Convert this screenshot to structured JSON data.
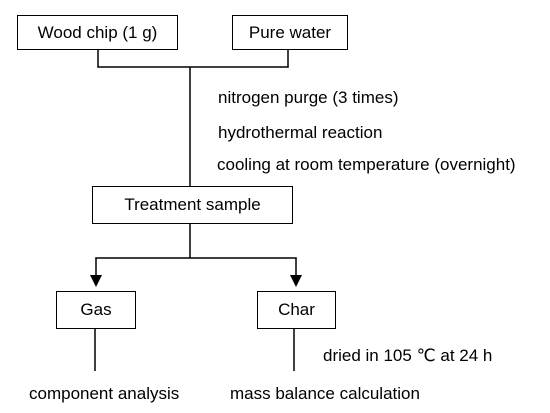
{
  "nodes": {
    "wood_chip": "Wood chip (1 g)",
    "pure_water": "Pure water",
    "treatment_sample": "Treatment sample",
    "gas": "Gas",
    "char": "Char"
  },
  "steps": {
    "purge": "nitrogen purge (3 times)",
    "reaction": "hydrothermal reaction",
    "cooling": "cooling at room temperature (overnight)",
    "drying": "dried in 105 ℃ at 24 h"
  },
  "outputs": {
    "gas_result": "component analysis",
    "char_result": "mass balance calculation"
  }
}
